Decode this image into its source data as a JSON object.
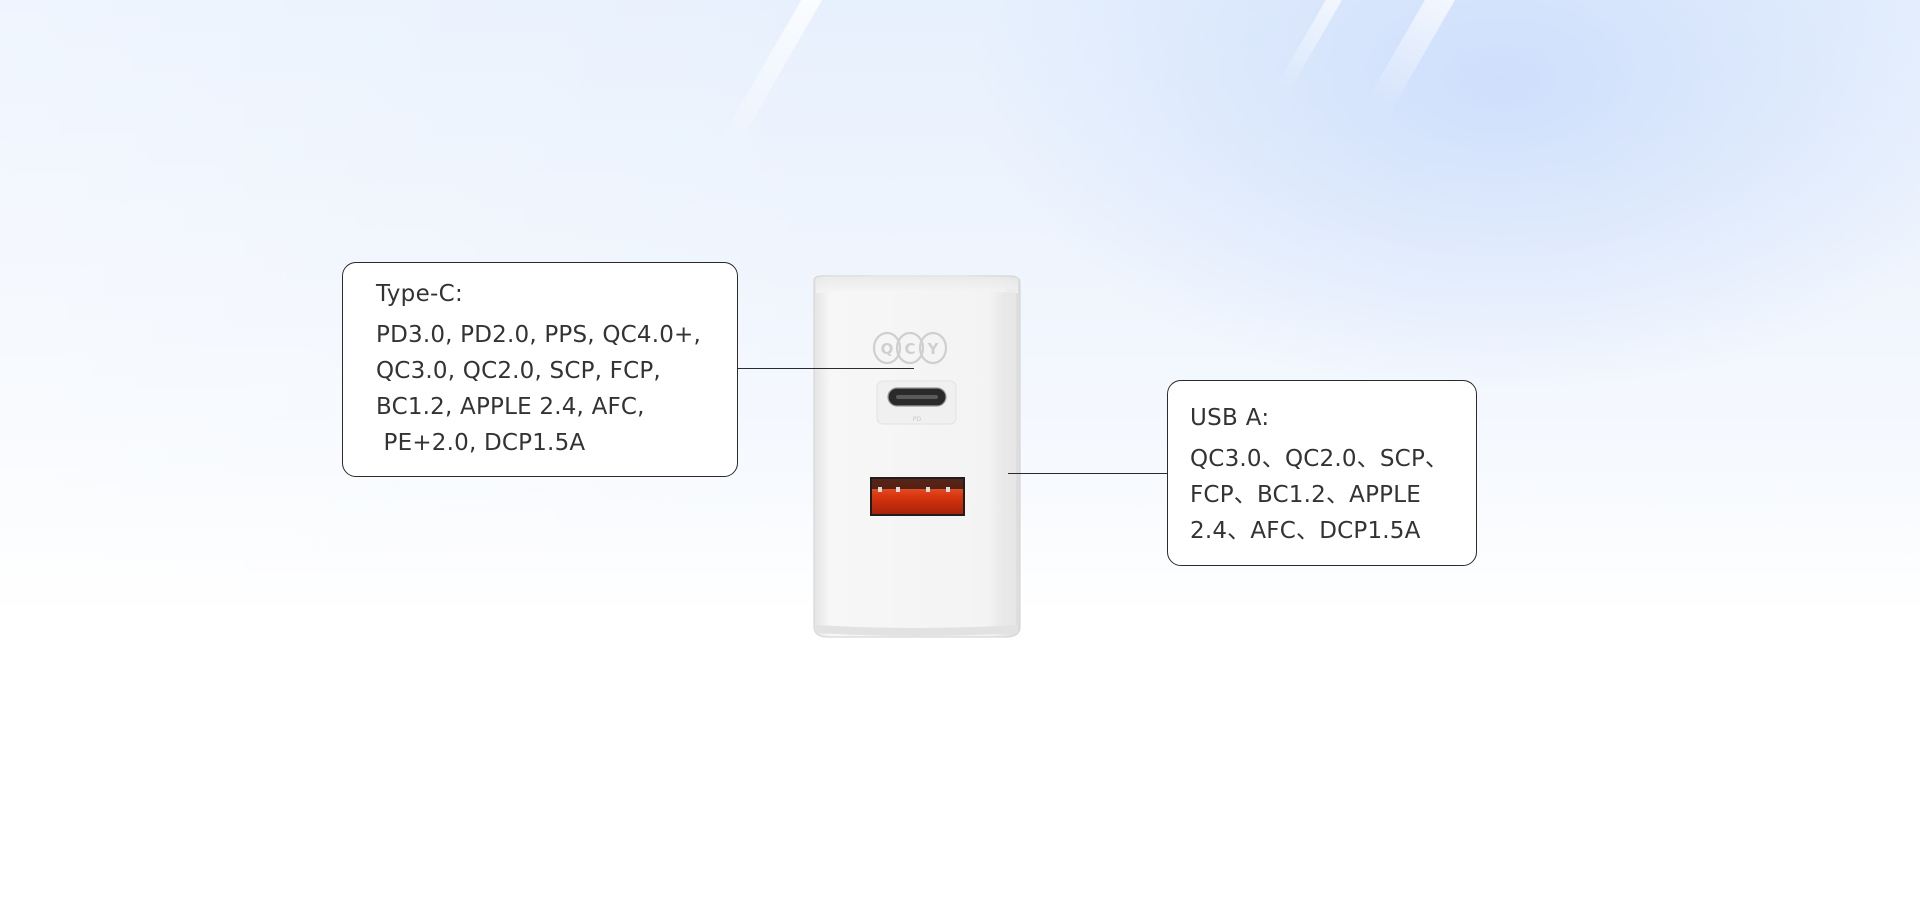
{
  "callouts": {
    "typec": {
      "title": "Type-C:",
      "lines": [
        "PD3.0, PD2.0, PPS, QC4.0+,",
        "QC3.0, QC2.0, SCP, FCP,",
        "BC1.2, APPLE 2.4, AFC,",
        " PE+2.0, DCP1.5A"
      ]
    },
    "usba": {
      "title": "USB A:",
      "lines": [
        "QC3.0、QC2.0、SCP、",
        "FCP、BC1.2、APPLE",
        "2.4、AFC、DCP1.5A"
      ]
    }
  },
  "charger": {
    "logo": "QCY",
    "colors": {
      "body": "#f4f4f4",
      "usb_a_port": "#e8401c",
      "usb_c_port": "#2a2a2a"
    }
  },
  "colors": {
    "text": "#333333",
    "border": "#2b2b2b",
    "sky": "#e7f0fd"
  }
}
